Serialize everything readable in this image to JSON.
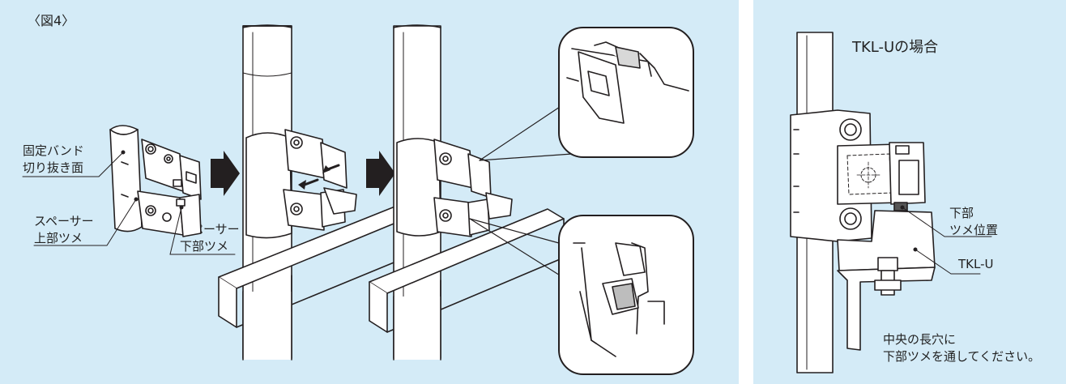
{
  "figure_label": "〈図4〉",
  "left_labels": {
    "band_cut_surface": [
      "固定バンド",
      "切り抜き面"
    ],
    "spacer_upper_claw": [
      "スペーサー",
      "上部ツメ"
    ],
    "spacer_lower_claw": [
      "スペーサー",
      "下部ツメ"
    ]
  },
  "right_title": "TKL-Uの場合",
  "right_labels": {
    "lower_claw_position": [
      "下部",
      "ツメ位置"
    ],
    "tkl_u": "TKL-U",
    "instruction": [
      "中央の長穴に",
      "下部ツメを通してください。"
    ]
  },
  "colors": {
    "panel_bg": "#d4ebf7",
    "line": "#231f20",
    "fill": "#ffffff",
    "arrow": "#231f20"
  }
}
